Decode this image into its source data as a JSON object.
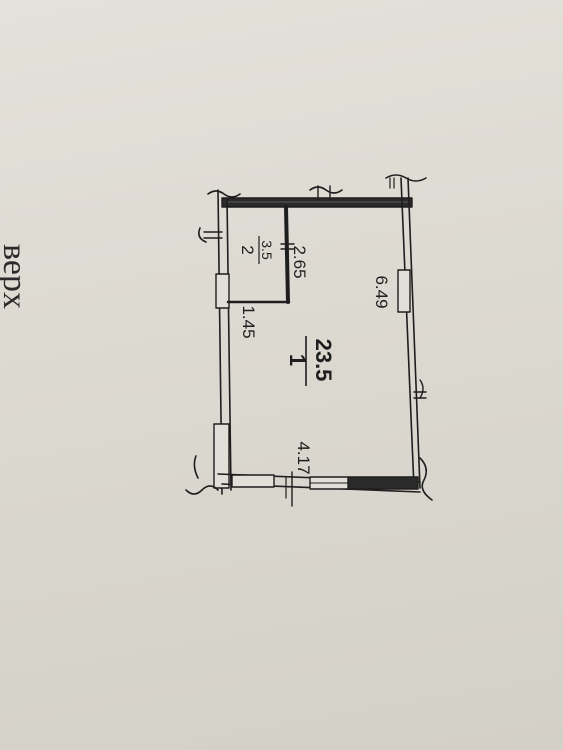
{
  "side_text": "верх",
  "rooms": [
    {
      "number": "1",
      "area": "23.5"
    },
    {
      "number": "2",
      "area": "3.5"
    }
  ],
  "dimensions": {
    "room_length": "6.49",
    "room_width": "4.17",
    "bath_length": "2.65",
    "bath_width": "1.45"
  },
  "colors": {
    "ink": "#1e1e1e",
    "paper": "#e2dfd8"
  }
}
